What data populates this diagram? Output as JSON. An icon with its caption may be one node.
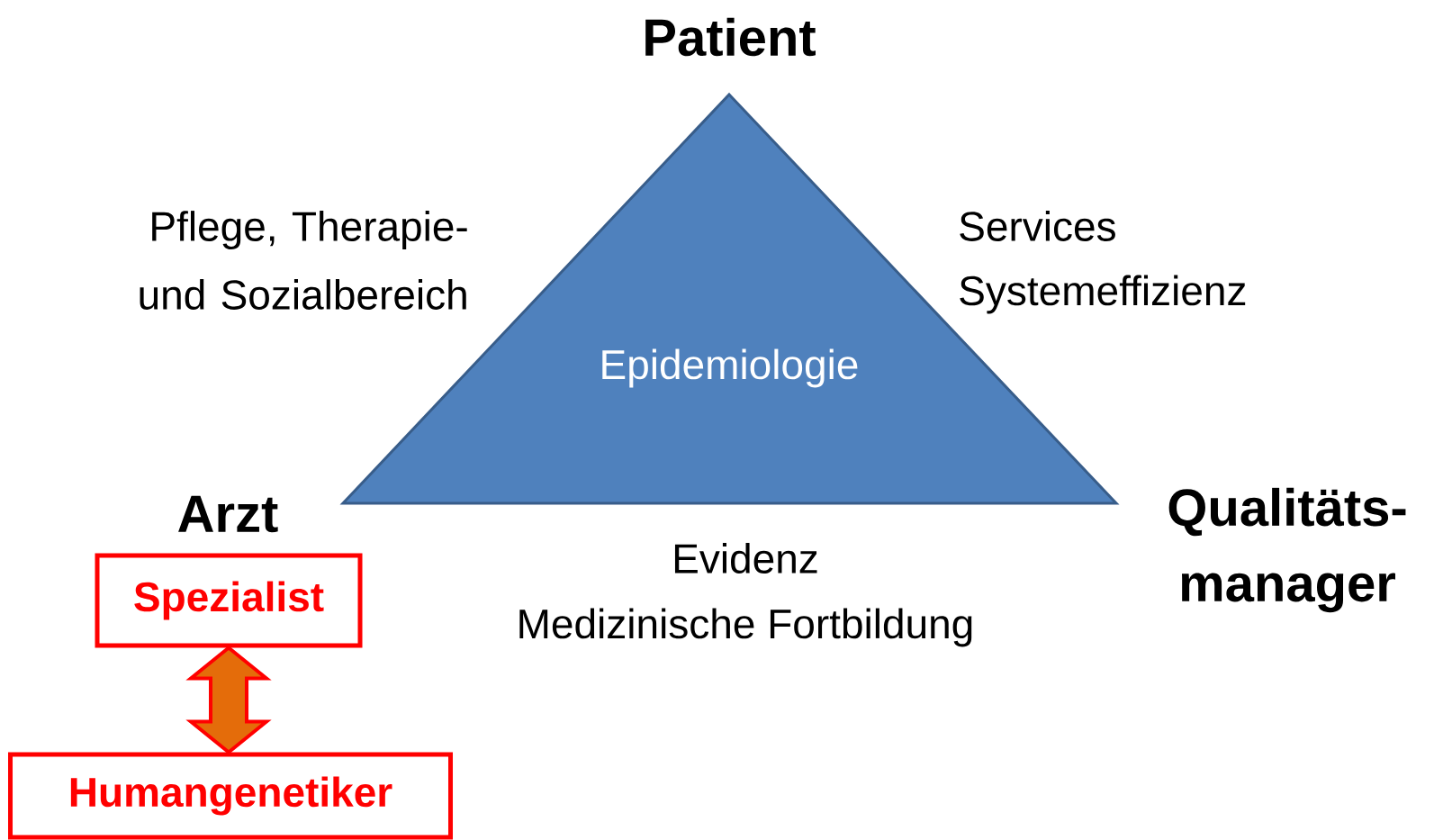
{
  "diagram": {
    "nodes": [
      {
        "text": [
          "Epidemiologie"
        ]
      },
      {
        "text": [
          "Spezialist"
        ]
      },
      {
        "text": [
          "Humangenetiker"
        ]
      }
    ],
    "edges": [
      {
        "from": 1,
        "to": 2,
        "arrow": "both"
      }
    ],
    "labels": [
      "Patient",
      "Pflege, Therapie- und Sozialbereich",
      "Services",
      "Systemeffizienz",
      "Arzt",
      "Qualitäts- manager",
      "Evidenz",
      "Medizinische Fortbildung"
    ]
  }
}
